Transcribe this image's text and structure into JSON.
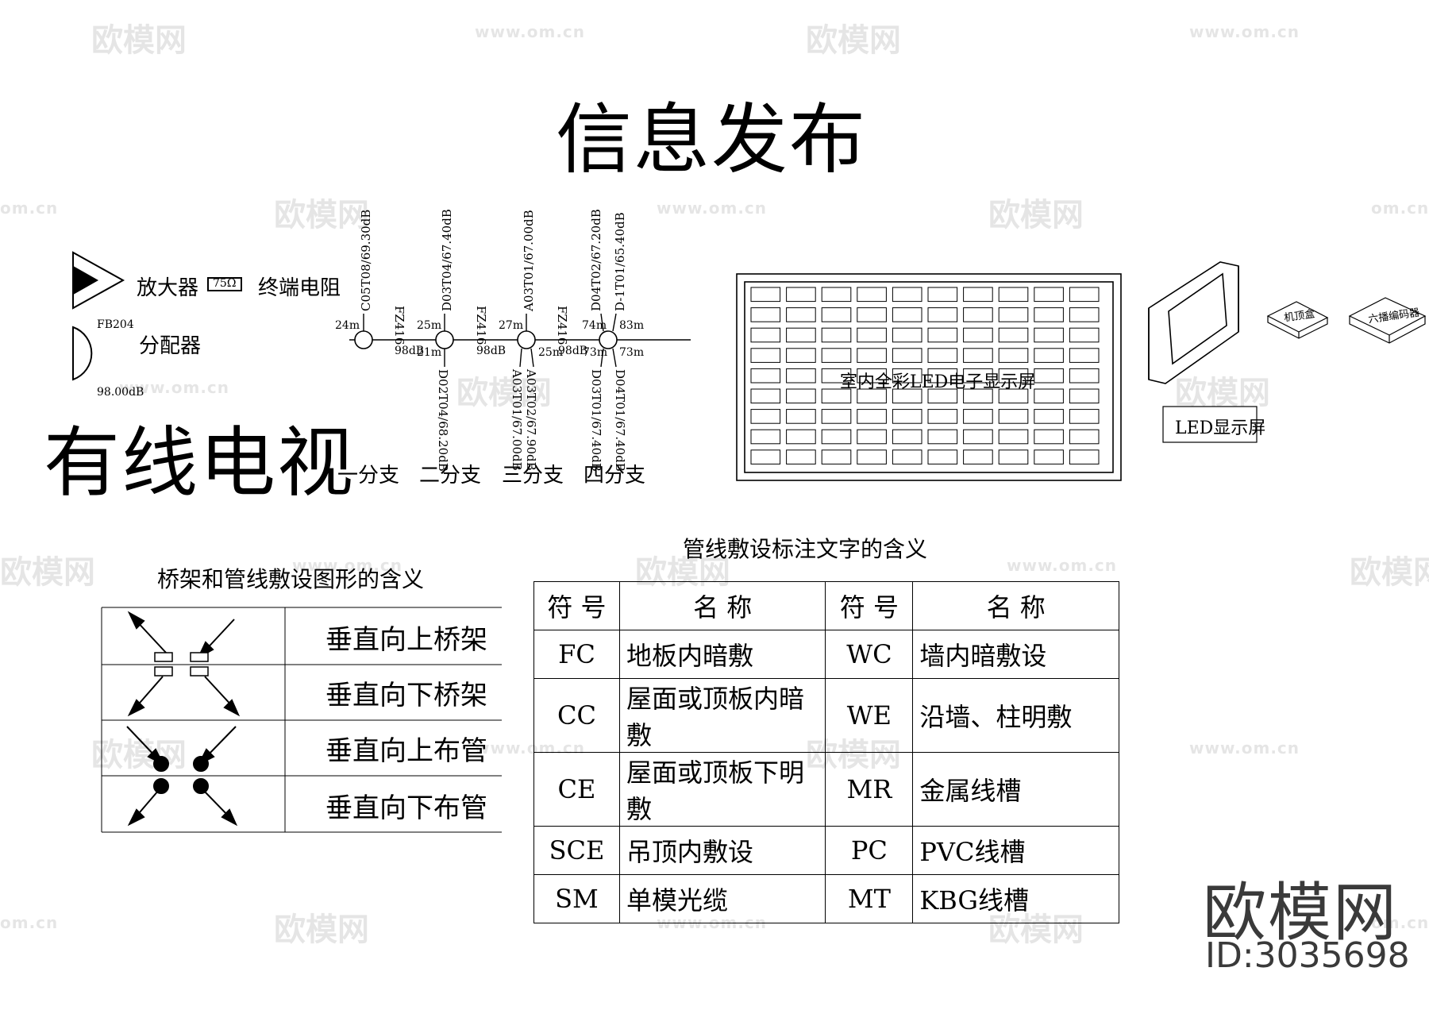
{
  "info_release": {
    "title": "信息发布",
    "screen_label": "室内全彩LED电子显示屏",
    "led_display_label": "LED显示屏",
    "box1_label": "机顶盒",
    "box2_label": "六播编码器"
  },
  "cable_tv": {
    "title": "有线电视",
    "legend": {
      "amplifier": "放大器",
      "resistor_value": "75Ω",
      "terminator": "终端电阻",
      "splitter_code": "FB204",
      "splitter": "分配器",
      "splitter_level": "98.00dB"
    },
    "branches": [
      {
        "name": "一分支",
        "top_tags": [
          "C05T08/69.30dB"
        ],
        "bottom_tags": [],
        "cable": "",
        "dist_left": "24m",
        "dist_right": "",
        "level": ""
      },
      {
        "name": "二分支",
        "top_tags": [
          "D03T04/67.40dB"
        ],
        "bottom_tags": [
          "D02T04/68.20dB"
        ],
        "cable": "FZ416",
        "dist_left": "25m",
        "dist_right": "21m",
        "level": "98dB"
      },
      {
        "name": "三分支",
        "top_tags": [
          "A03T01/67.00dB"
        ],
        "bottom_tags": [
          "A03T01/67.00dB",
          "A03T02/67.90dB"
        ],
        "cable": "FZ416",
        "dist_left": "27m",
        "dist_right": "25m",
        "level": "98dB"
      },
      {
        "name": "四分支",
        "top_tags": [
          "D04T02/67.20dB",
          "D-1T01/65.40dB"
        ],
        "bottom_tags": [
          "D03T01/67.40dB",
          "D04T01/67.40dB"
        ],
        "cable": "FZ416",
        "dist_left": "74m",
        "dist_right": "73m",
        "level": "98dB",
        "dist_far_top": "83m",
        "dist_far_bottom": "73m"
      }
    ]
  },
  "tray_legend": {
    "caption": "桥架和管线敷设图形的含义",
    "rows": [
      "垂直向上桥架",
      "垂直向下桥架",
      "垂直向上布管",
      "垂直向下布管"
    ]
  },
  "wiring_legend": {
    "caption": "管线敷设标注文字的含义",
    "headers": [
      "符 号",
      "名 称",
      "符 号",
      "名 称"
    ],
    "rows": [
      [
        "FC",
        "地板内暗敷",
        "WC",
        "墙内暗敷设"
      ],
      [
        "CC",
        "屋面或顶板内暗敷",
        "WE",
        "沿墙、柱明敷"
      ],
      [
        "CE",
        "屋面或顶板下明敷",
        "MR",
        "金属线槽"
      ],
      [
        "SCE",
        "吊顶内敷设",
        "PC",
        "PVC线槽"
      ],
      [
        "SM",
        "单模光缆",
        "MT",
        "KBG线槽"
      ]
    ]
  },
  "brand": {
    "name": "欧模网",
    "id": "ID:3035698"
  },
  "watermark": {
    "logo": "欧模网",
    "url": "www.om.cn",
    "url_short": "om.cn"
  }
}
